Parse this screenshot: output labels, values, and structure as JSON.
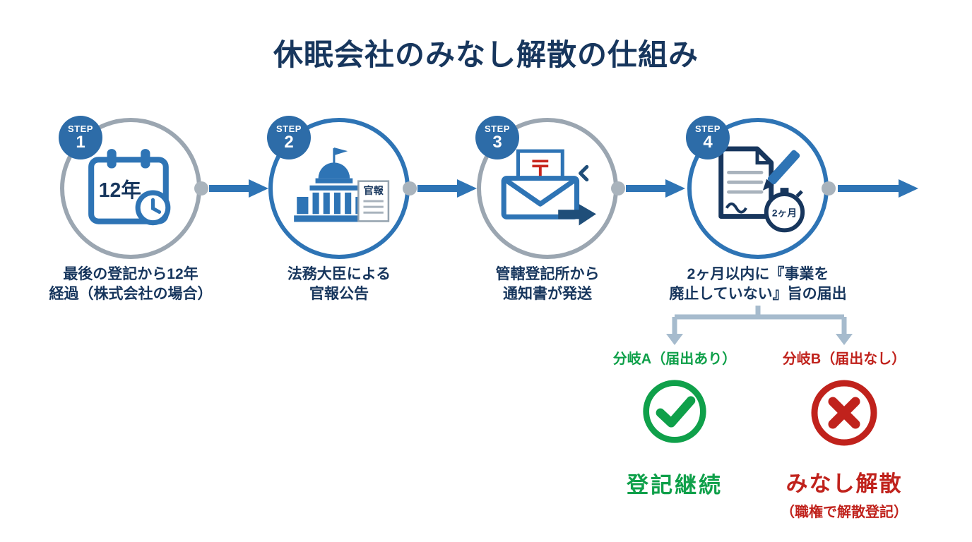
{
  "title": "休眠会社のみなし解散の仕組み",
  "colors": {
    "title_navy": "#17365D",
    "flow_blue": "#2E74B5",
    "badge_blue": "#2D6CA8",
    "ring_gray": "#9BA6B1",
    "dot_gray": "#A9B3BC",
    "branch_line": "#A6BBCD",
    "success_green": "#0FA04A",
    "danger_red": "#C0221C",
    "dark_navy": "#1F4E79",
    "postal_red": "#C8251D"
  },
  "steps": [
    {
      "badge_label": "STEP",
      "badge_number": "1",
      "icon": "calendar-clock-icon",
      "icon_text": "12年",
      "caption_line1": "最後の登記から12年",
      "caption_line2": "経過（株式会社の場合）"
    },
    {
      "badge_label": "STEP",
      "badge_number": "2",
      "icon": "government-building-icon",
      "icon_text": "官報",
      "caption_line1": "法務大臣による",
      "caption_line2": "官報公告"
    },
    {
      "badge_label": "STEP",
      "badge_number": "3",
      "icon": "notification-mail-icon",
      "icon_text": "〒",
      "caption_line1": "管轄登記所から",
      "caption_line2": "通知書が発送"
    },
    {
      "badge_label": "STEP",
      "badge_number": "4",
      "icon": "document-pen-stopwatch-icon",
      "icon_text": "2ヶ月",
      "caption_line1": "2ヶ月以内に『事業を",
      "caption_line2": "廃止していない』旨の届出"
    }
  ],
  "branches": {
    "a": {
      "label": "分岐A（届出あり）",
      "icon": "check-circle-icon",
      "result": "登記継続"
    },
    "b": {
      "label": "分岐B（届出なし）",
      "icon": "cross-circle-icon",
      "result": "みなし解散",
      "result_sub": "（職権で解散登記）"
    }
  }
}
